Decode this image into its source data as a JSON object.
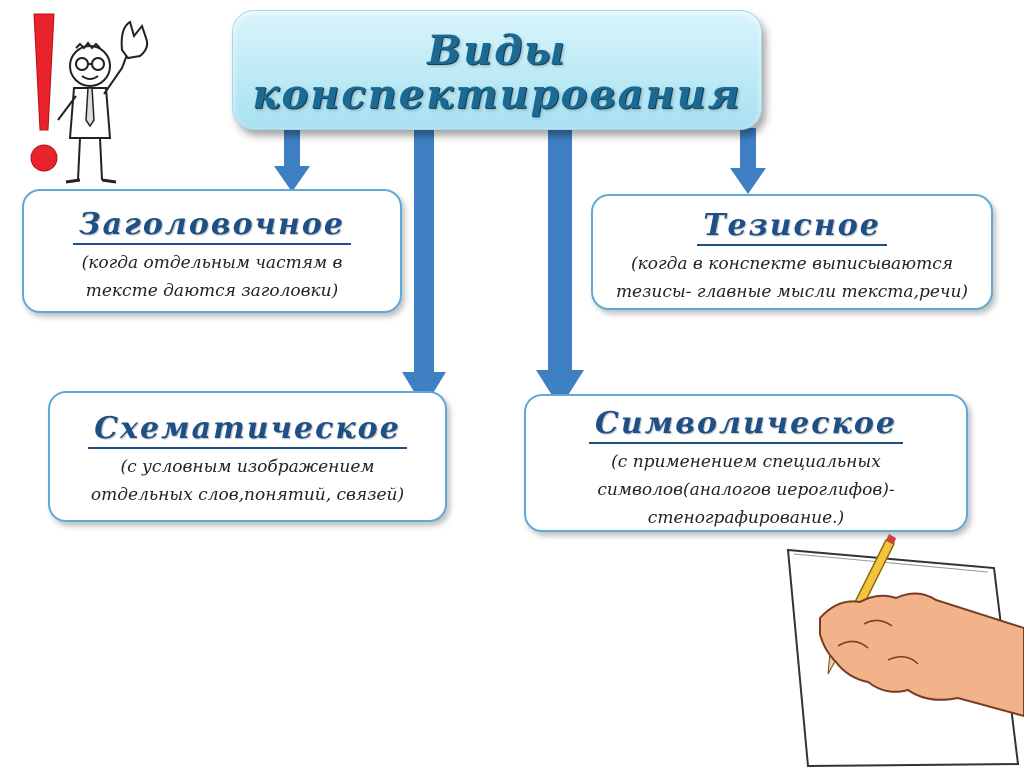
{
  "title": {
    "line1": "Виды",
    "line2": "конспектирования"
  },
  "cards": {
    "zagolovochnoe": {
      "heading": "Заголовочное",
      "desc_line1": "(когда отдельным частям в",
      "desc_line2": "тексте даются заголовки)"
    },
    "tezisnoe": {
      "heading": "Тезисное",
      "desc_line1": "(когда в конспекте выписываются",
      "desc_line2": "тезисы- главные мысли текста,речи)"
    },
    "schematicheskoe": {
      "heading": "Схематическое",
      "desc_line1": "(с условным изображением",
      "desc_line2": "отдельных слов,понятий, связей)"
    },
    "simvolicheskoe": {
      "heading": "Символическое",
      "desc_line1": "(с применением специальных",
      "desc_line2": "символов(аналогов иероглифов)-",
      "desc_line3": "стенографирование.)"
    }
  },
  "colors": {
    "title_bg": "#bdeaf6",
    "title_text": "#1c6a91",
    "heading_text": "#1e4f87",
    "card_border": "#5fa9d7",
    "arrow": "#3f7fc4",
    "exclamation": "#e8232c"
  },
  "decorations": {
    "left": "stick-figure-with-exclamation-icon",
    "right": "hand-writing-on-paper-icon"
  }
}
